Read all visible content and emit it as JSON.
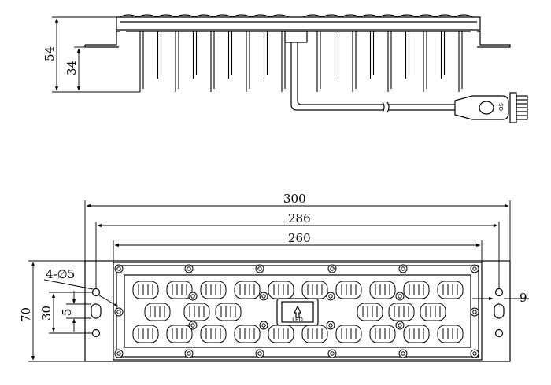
{
  "side_view": {
    "dims": {
      "height_total": "54",
      "height_fins": "34"
    },
    "connector_label": "SO"
  },
  "front_view": {
    "dims": {
      "length_total": "300",
      "hole_spacing": "286",
      "lens_length": "260",
      "holes": "4-∅5",
      "width_total": "70",
      "slot_spacing": "30",
      "slot_width": "5",
      "edge_offset": "9"
    },
    "center_badge": "LED"
  }
}
